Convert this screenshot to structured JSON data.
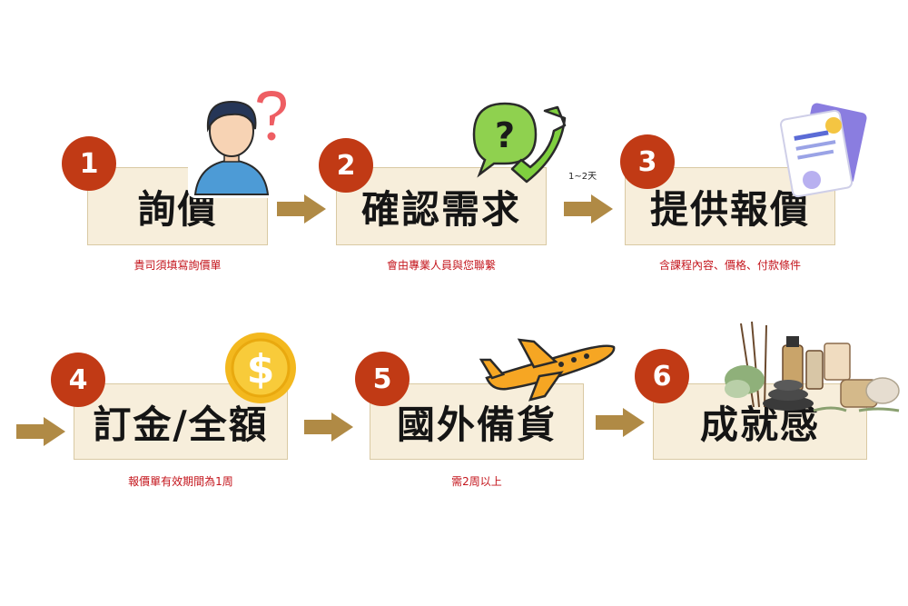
{
  "steps": [
    {
      "number": "1",
      "title": "詢價",
      "note": "貴司須填寫詢價單"
    },
    {
      "number": "2",
      "title": "確認需求",
      "note": "會由專業人員與您聯繫"
    },
    {
      "number": "3",
      "title": "提供報價",
      "note": "含課程內容、價格、付款條件"
    },
    {
      "number": "4",
      "title": "訂金/全額",
      "note": "報價單有效期間為1周"
    },
    {
      "number": "5",
      "title": "國外備貨",
      "note": "需2周以上"
    },
    {
      "number": "6",
      "title": "成就感",
      "note": ""
    }
  ],
  "duration_note": "1~2天",
  "colors": {
    "badge": "#c13a15",
    "box_fill": "#f7eedb",
    "box_border": "#d9c9a3",
    "arrow": "#b08a45",
    "note_text": "#c4151c"
  },
  "icons": [
    "person-question-icon",
    "phone-question-icon",
    "document-icon",
    "dollar-coin-icon",
    "airplane-icon",
    "spa-items-icon"
  ]
}
